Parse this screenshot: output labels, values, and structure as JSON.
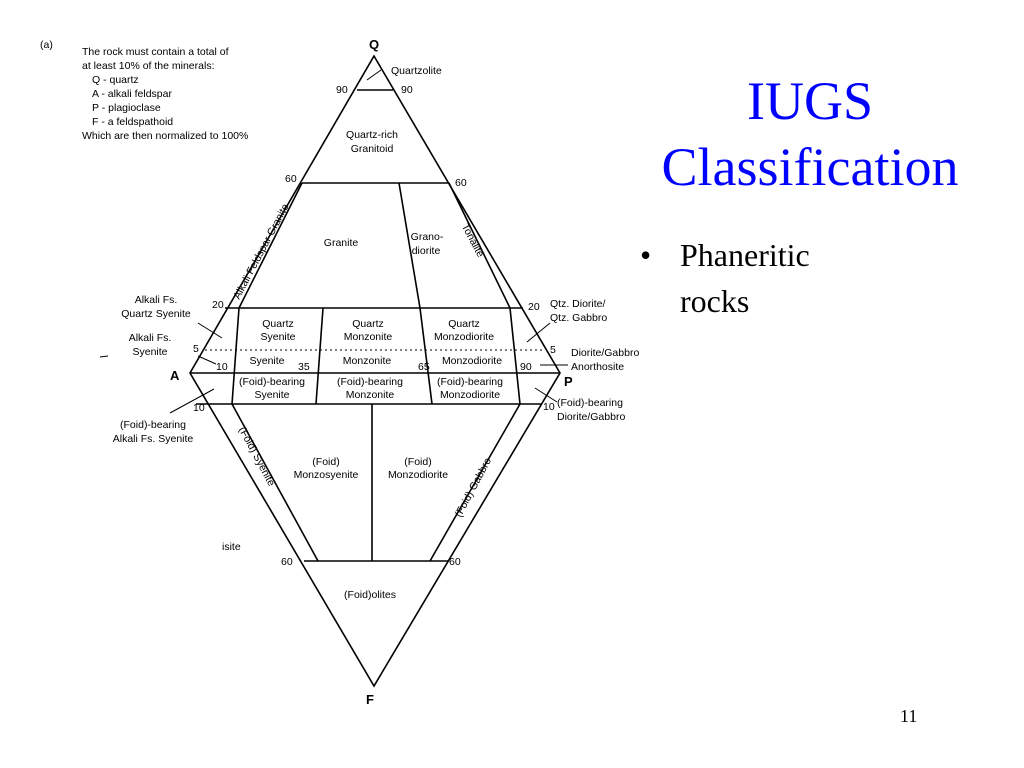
{
  "slide": {
    "title_lines": [
      "IUGS",
      "Classification"
    ],
    "bullet": {
      "symbol": "•",
      "lines": [
        "Phaneritic",
        "rocks"
      ]
    },
    "page_number": "11",
    "colors": {
      "title": "#0000ff",
      "text": "#000000",
      "background": "#ffffff"
    }
  },
  "figure": {
    "panel_label": "(a)",
    "note": [
      "The rock must contain a  total of",
      "at least 10% of the minerals:",
      "Q - quartz",
      "A - alkali feldspar",
      "P - plagioclase",
      "F - a feldspathoid",
      "Which are then normalized to 100%"
    ],
    "vertices": {
      "q": "Q",
      "a": "A",
      "p": "P",
      "f": "F"
    },
    "fields": {
      "quartzolite": "Quartzolite",
      "quartz_rich": [
        "Quartz-rich",
        "Granitoid"
      ],
      "alkali_feldspar_granite": "Alkali Feldspar Granite",
      "granite": "Granite",
      "granodiorite": [
        "Grano-",
        "diorite"
      ],
      "tonalite": "Tonalite",
      "quartz_syenite": [
        "Quartz",
        "Syenite"
      ],
      "quartz_monzonite": [
        "Quartz",
        "Monzonite"
      ],
      "quartz_monzodiorite": [
        "Quartz",
        "Monzodiorite"
      ],
      "syenite": "Syenite",
      "monzonite": "Monzonite",
      "monzodiorite": "Monzodiorite",
      "foid_syenite": [
        "(Foid)-bearing",
        "Syenite"
      ],
      "foid_monzonite": [
        "(Foid)-bearing",
        "Monzonite"
      ],
      "foid_monzodiorite": [
        "(Foid)-bearing",
        "Monzodiorite"
      ],
      "foid_syenite_lower": "(Foid) Syenite",
      "foid_monzosyenite": [
        "(Foid)",
        "Monzosyenite"
      ],
      "foid_monzodiorite_lower": [
        "(Foid)",
        "Monzodiorite"
      ],
      "foid_gabbro": "(Foid) Gabbro",
      "foidolites": "(Foid)olites"
    },
    "outside_labels": {
      "alkali_qz_syenite": [
        "Alkali Fs.",
        "Quartz Syenite"
      ],
      "alkali_syenite": [
        "Alkali Fs.",
        "Syenite"
      ],
      "foid_alkali": [
        "(Foid)-bearing",
        "Alkali Fs. Syenite"
      ],
      "qtz_diorite": [
        "Qtz. Diorite/",
        "Qtz. Gabbro"
      ],
      "diorite": [
        "Diorite/Gabbro",
        "Anorthosite"
      ],
      "foid_diorite": [
        "(Foid)-bearing",
        "Diorite/Gabbro"
      ],
      "fragment": "isite"
    },
    "ticks": {
      "q90_left": "90",
      "q90_right": "90",
      "q60_left": "60",
      "q60_right": "60",
      "q20_left": "20",
      "q20_right": "20",
      "q5_left": "5",
      "q5_right": "5",
      "b10": "10",
      "b35": "35",
      "b65": "65",
      "b90": "90",
      "f10_left": "10",
      "f10_right": "10",
      "f60_left": "60",
      "f60_right": "60"
    }
  }
}
